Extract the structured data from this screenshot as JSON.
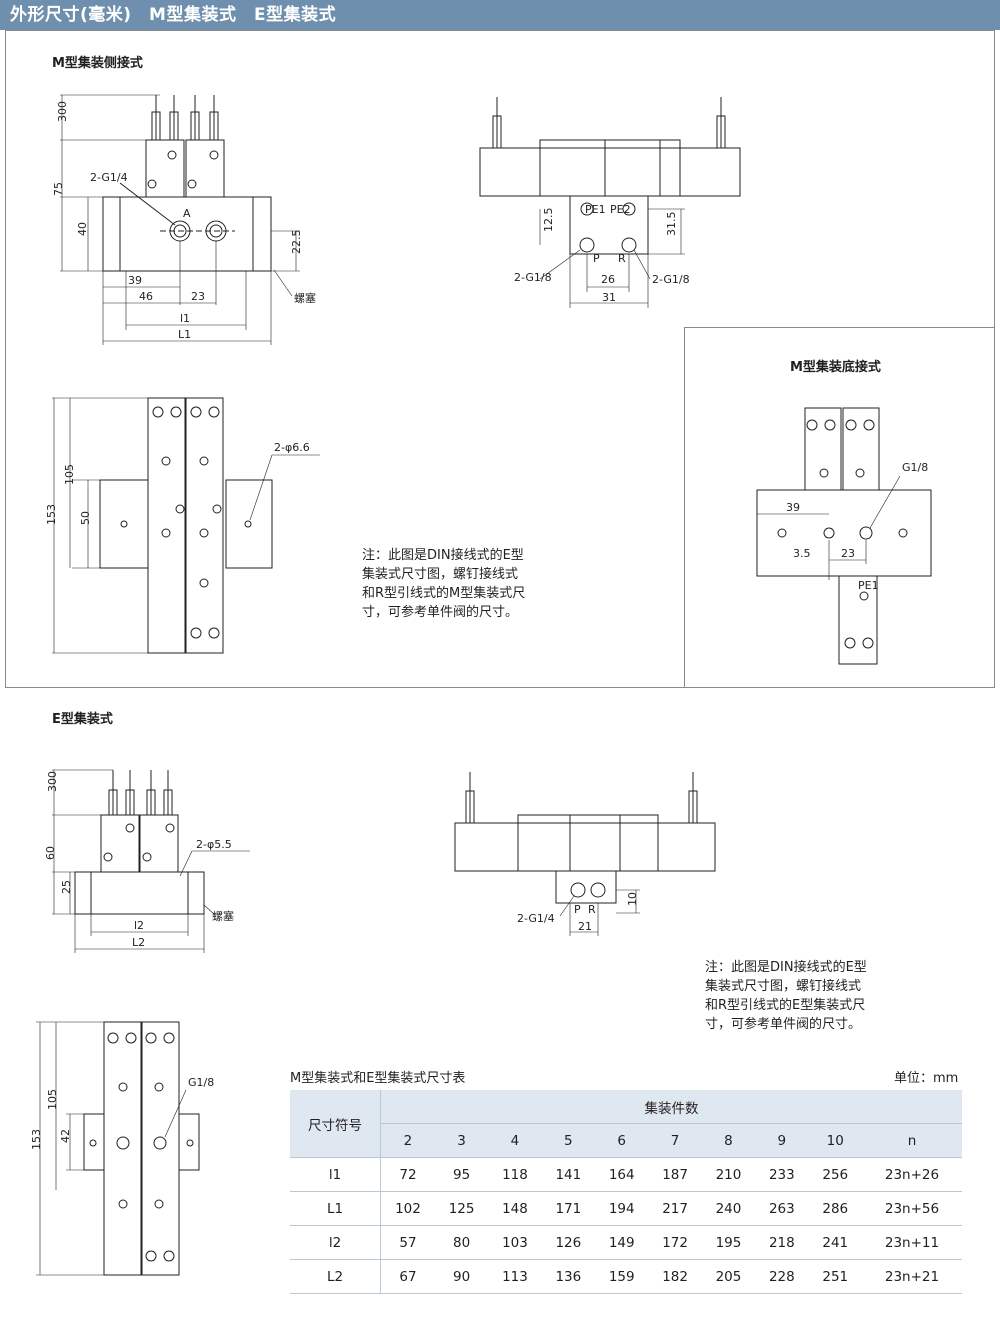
{
  "header": {
    "title": "外形尺寸(毫米)　M型集装式　E型集装式"
  },
  "sections": {
    "m_side": "M型集装侧接式",
    "m_bottom": "M型集装底接式",
    "e_type": "E型集装式"
  },
  "labels": {
    "m_side_front": [
      "300",
      "75",
      "40",
      "2-G1/4",
      "A",
      "22.5",
      "39",
      "46",
      "23",
      "l1",
      "L1",
      "螺塞"
    ],
    "m_side_right": [
      "12.5",
      "PE1",
      "PE2",
      "31.5",
      "2-G1/8",
      "P",
      "R",
      "2-G1/8",
      "26",
      "31"
    ],
    "m_top": [
      "153",
      "105",
      "50",
      "2-φ6.6"
    ],
    "m_bottom": [
      "G1/8",
      "39",
      "3.5",
      "23",
      "PE1"
    ],
    "e_front": [
      "300",
      "60",
      "25",
      "2-φ5.5",
      "螺塞",
      "l2",
      "L2"
    ],
    "e_right": [
      "2-G1/4",
      "P",
      "R",
      "10",
      "21"
    ],
    "e_top": [
      "153",
      "105",
      "42",
      "G1/8"
    ]
  },
  "notes": {
    "m_note": [
      "注：此图是DIN接线式的E型",
      "集装式尺寸图，螺钉接线式",
      "和R型引线式的M型集装式尺",
      "寸，可参考单件阀的尺寸。"
    ],
    "e_note": [
      "注：此图是DIN接线式的E型",
      "集装式尺寸图，螺钉接线式",
      "和R型引线式的E型集装式尺",
      "寸，可参考单件阀的尺寸。"
    ]
  },
  "table": {
    "title": "M型集装式和E型集装式尺寸表",
    "unit": "单位：mm",
    "symbol_header": "尺寸符号",
    "group_header": "集装件数",
    "columns": [
      "2",
      "3",
      "4",
      "5",
      "6",
      "7",
      "8",
      "9",
      "10",
      "n"
    ],
    "rows": [
      {
        "symbol": "l1",
        "values": [
          "72",
          "95",
          "118",
          "141",
          "164",
          "187",
          "210",
          "233",
          "256",
          "23n+26"
        ]
      },
      {
        "symbol": "L1",
        "values": [
          "102",
          "125",
          "148",
          "171",
          "194",
          "217",
          "240",
          "263",
          "286",
          "23n+56"
        ]
      },
      {
        "symbol": "l2",
        "values": [
          "57",
          "80",
          "103",
          "126",
          "149",
          "172",
          "195",
          "218",
          "241",
          "23n+11"
        ]
      },
      {
        "symbol": "L2",
        "values": [
          "67",
          "90",
          "113",
          "136",
          "159",
          "182",
          "205",
          "228",
          "251",
          "23n+21"
        ]
      }
    ]
  }
}
